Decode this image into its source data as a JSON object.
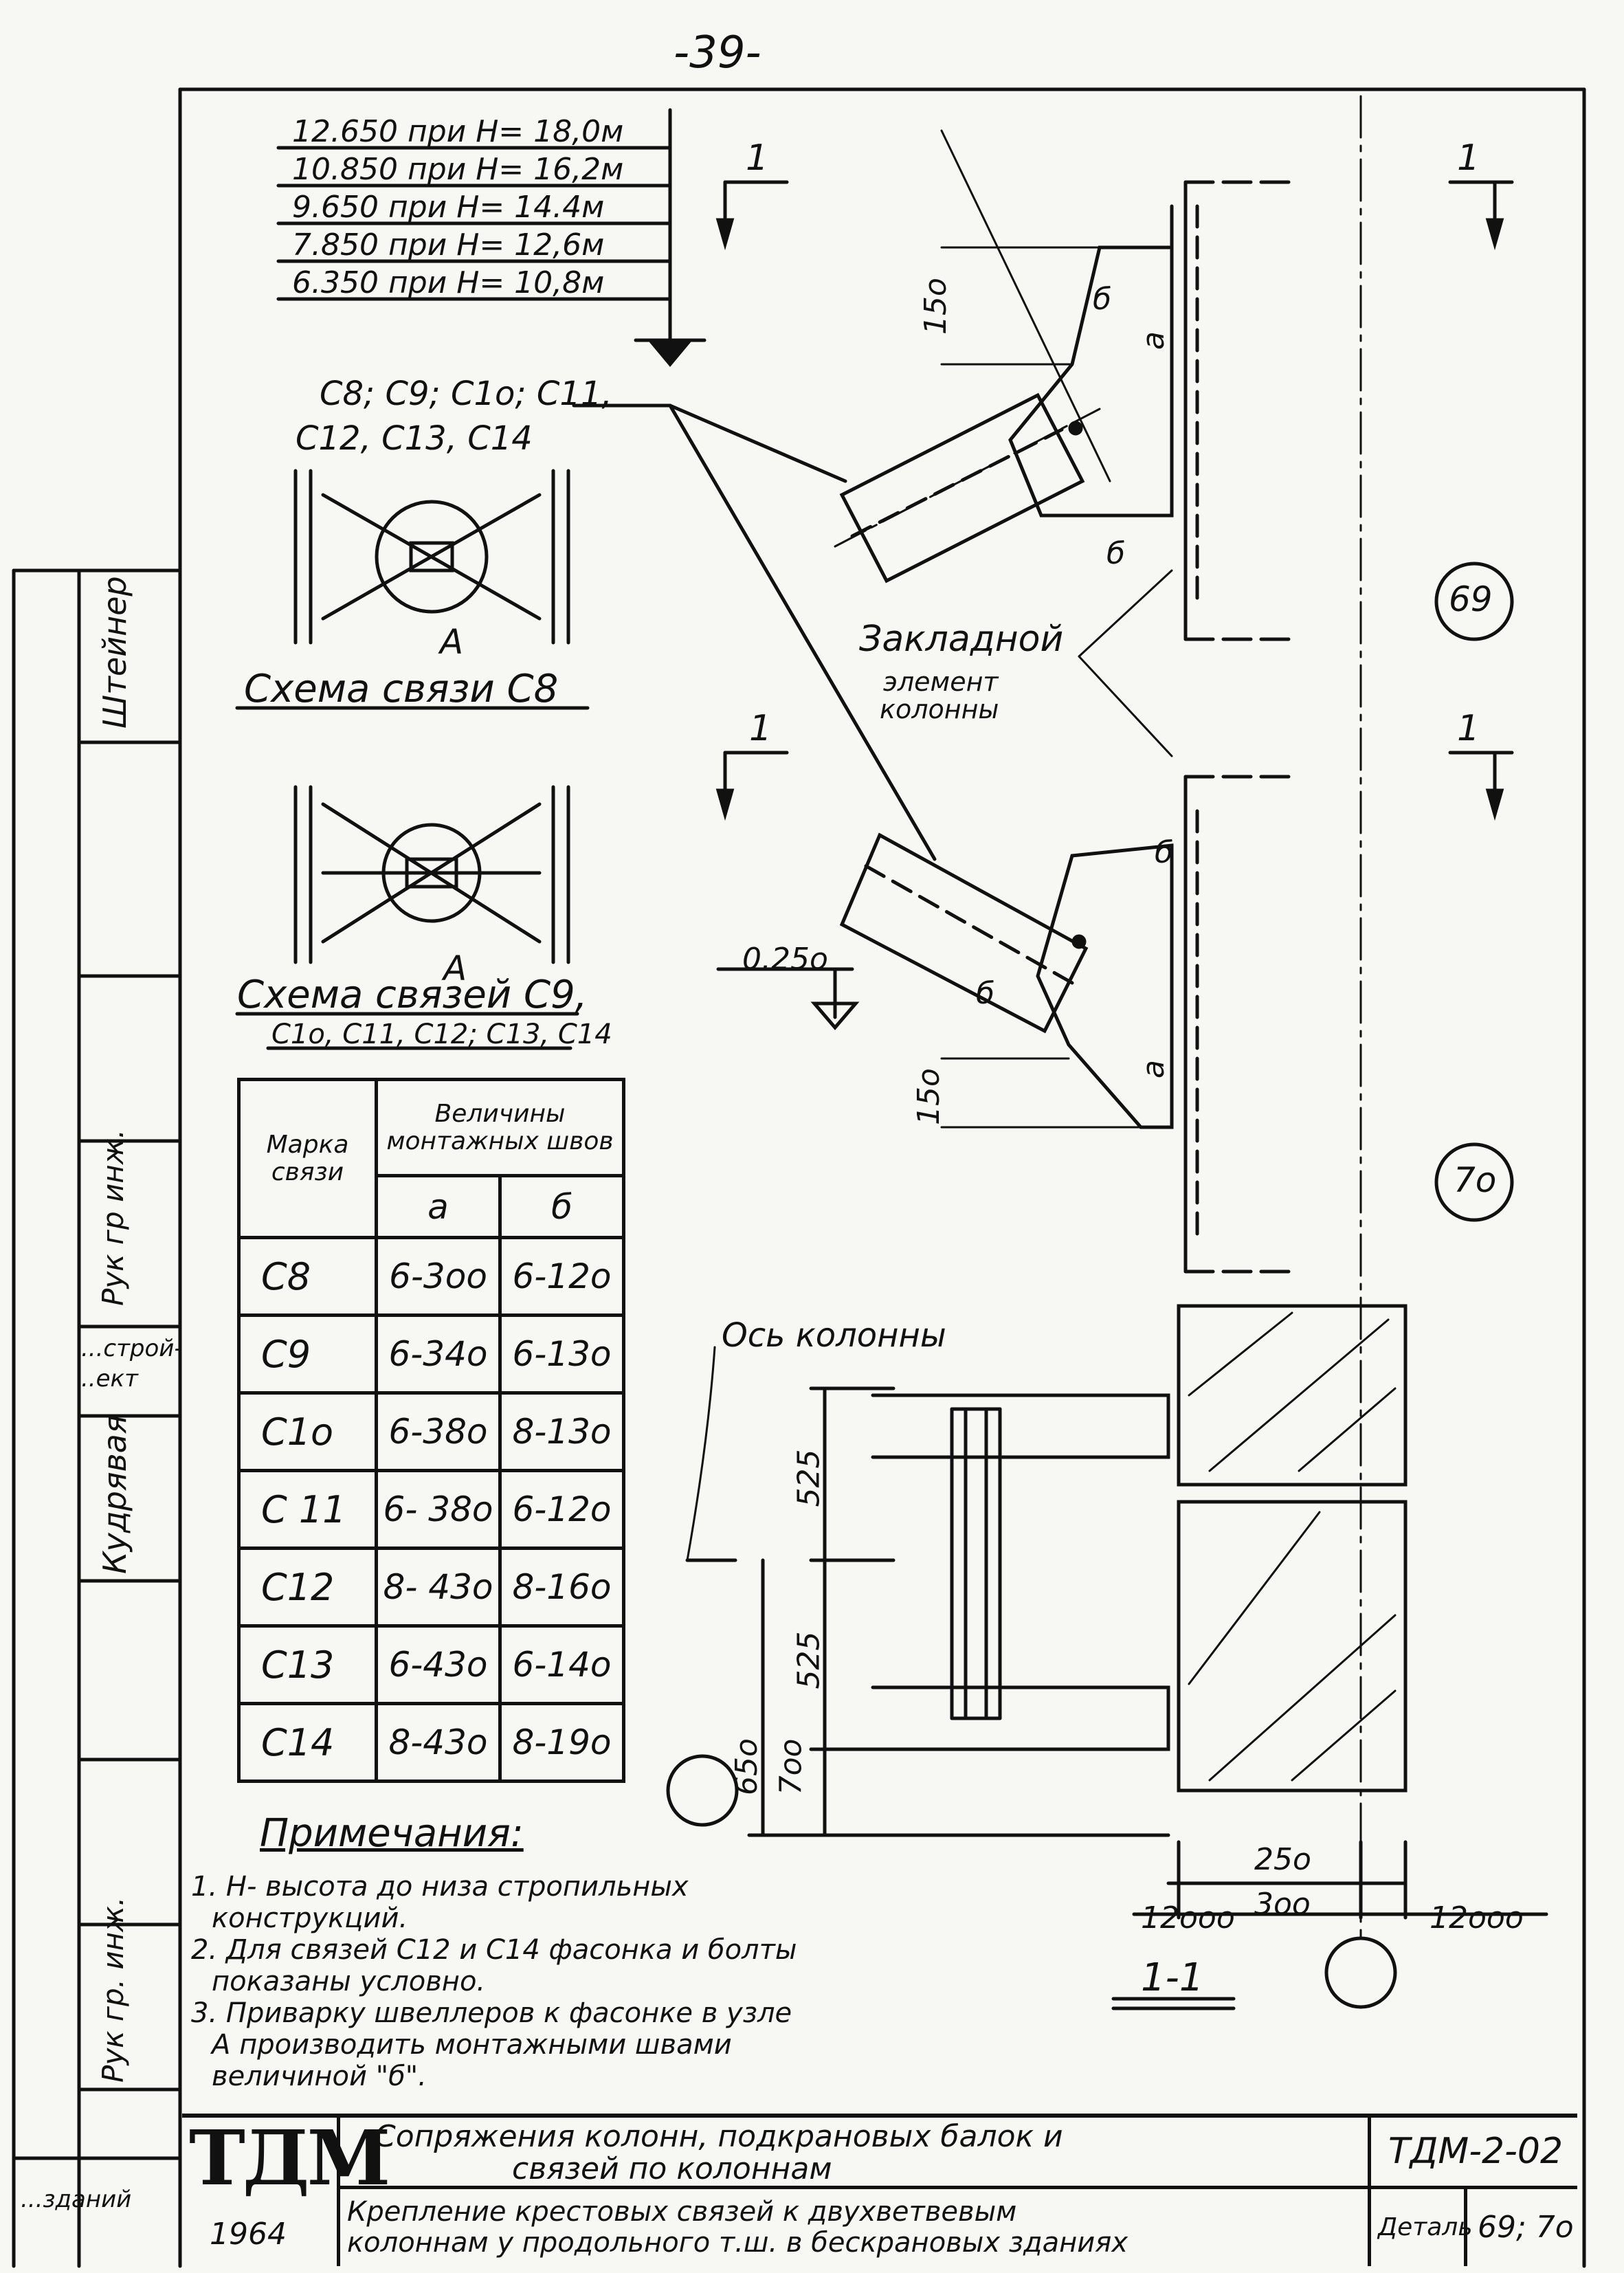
{
  "page_number": "-39-",
  "elevations": [
    "12.650 при H= 18,0м",
    "10.850 при H= 16,2м",
    "9.650 при H= 14.4м",
    "7.850 при H= 12,6м",
    "6.350 при H= 10,8м"
  ],
  "brace_marks_1": "С8; С9; С1о; С11,",
  "brace_marks_2": "С12, С13, С14",
  "node_label_a1": "А",
  "node_label_a2": "А",
  "scheme_c8_title": "Схема связи С8",
  "scheme_c9_title": "Схема связей С9,",
  "scheme_c9_subtitle": "С1о, С11, С12; С13, С14",
  "embedded_element_1": "Закладной",
  "embedded_element_2": "элемент",
  "embedded_element_3": "колонны",
  "circle_69": "69",
  "circle_70": "7о",
  "section_mark": "1",
  "dim_150_top": "15о",
  "dim_150_bottom": "15о",
  "weld_a": "а",
  "weld_b": "б",
  "elev_0250": "0.25о",
  "column_axis_label": "Ось колонны",
  "dim_525_top": "525",
  "dim_525_bottom": "525",
  "dim_650": "65о",
  "dim_700": "7оо",
  "dim_250": "25о",
  "dim_300": "3оо",
  "dim_12000_left": "12ооо",
  "dim_12000_right": "12ооо",
  "section_label": "1-1",
  "table": {
    "header_mark": "Марка связи",
    "header_weld": "Величины монтажных швов",
    "header_a": "а",
    "header_b": "б",
    "rows": [
      {
        "mark": "С8",
        "a": "6-3оо",
        "b": "6-12о"
      },
      {
        "mark": "С9",
        "a": "6-34о",
        "b": "6-13о"
      },
      {
        "mark": "С1о",
        "a": "6-38о",
        "b": "8-13о"
      },
      {
        "mark": "С 11",
        "a": "6- 38о",
        "b": "6-12о"
      },
      {
        "mark": "С12",
        "a": "8- 43о",
        "b": "8-16о"
      },
      {
        "mark": "С13",
        "a": "6-43о",
        "b": "6-14о"
      },
      {
        "mark": "С14",
        "a": "8-43о",
        "b": "8-19о"
      }
    ]
  },
  "notes_title": "Примечания:",
  "notes": [
    "1. Н- высота до низа стропильных",
    "   конструкций.",
    "2. Для связей С12 и С14 фасонка и болты",
    "   показаны условно.",
    "3. Приварку швеллеров к фасонке в узле",
    "   А производить монтажными швами",
    "   величиной \"б\"."
  ],
  "title_block": {
    "logo": "ТДМ",
    "year": "1964",
    "title_1": "Сопряжения колонн, подкрановых балок и",
    "title_2": "связей по колоннам",
    "subtitle_1": "Крепление крестовых связей к двухветвевым",
    "subtitle_2": "колоннам у продольного т.ш. в бескрановых зданиях",
    "doc_code": "ТДМ-2-02",
    "detail_label": "Деталь",
    "detail_no": "69; 7о"
  },
  "side_stamp": {
    "shteiner": "Штейнер",
    "ruk_gr_inzh_1": "Рук гр инж.",
    "kudryavaya": "Кудрявая",
    "ruk_gr_inzh_2": "Рук гр. инж.",
    "stroyproekt": "...строй-\n..ект",
    "zdaniy": "...зданий"
  }
}
